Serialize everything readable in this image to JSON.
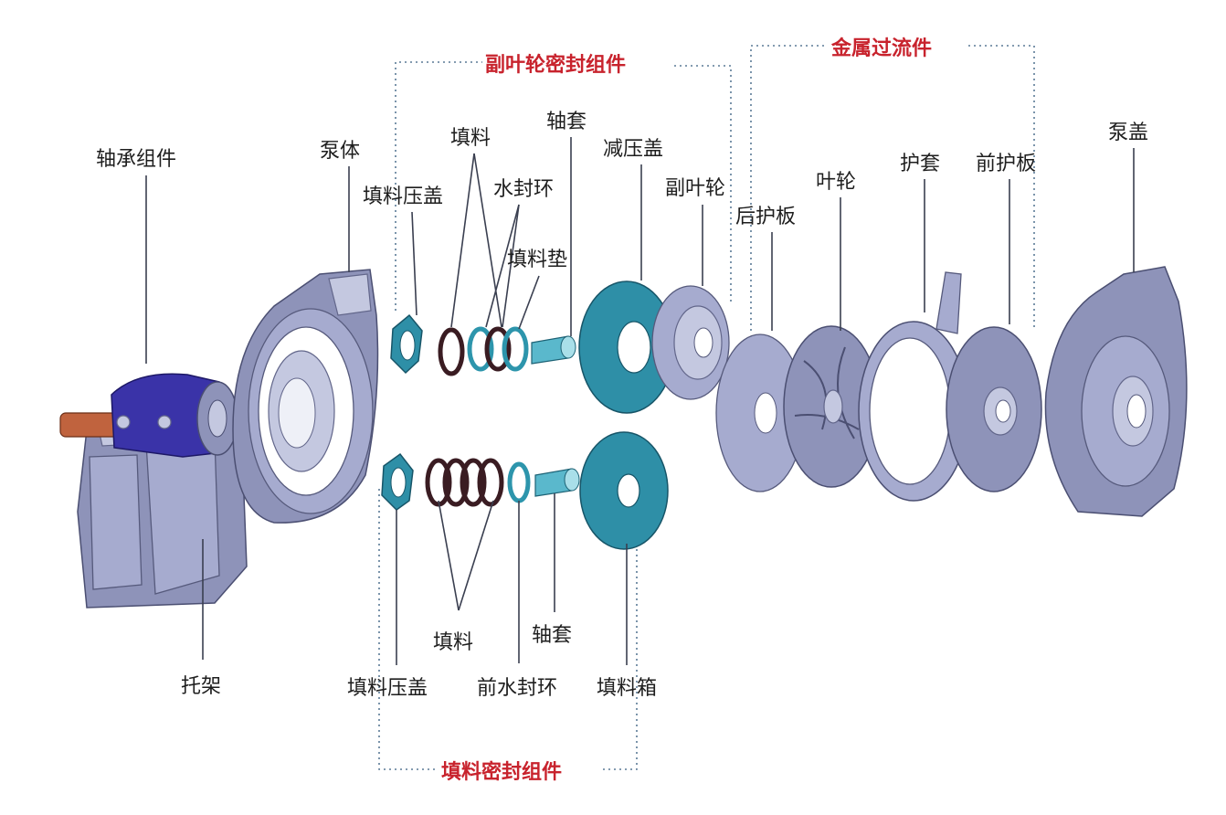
{
  "labels": {
    "bearing_assembly": "轴承组件",
    "pump_body": "泵体",
    "packing_top": "填料",
    "shaft_sleeve_top": "轴套",
    "pressure_reducing_cover": "减压盖",
    "gland_top": "填料压盖",
    "water_seal_ring": "水封环",
    "packing_gasket": "填料垫",
    "expeller": "副叶轮",
    "rear_liner": "后护板",
    "impeller": "叶轮",
    "volute_liner": "护套",
    "front_liner": "前护板",
    "pump_cover": "泵盖",
    "bracket": "托架",
    "packing_bottom": "填料",
    "shaft_sleeve_bottom": "轴套",
    "gland_bottom": "填料压盖",
    "front_water_seal_ring": "前水封环",
    "stuffing_box": "填料箱"
  },
  "groups": {
    "expeller_seal_assembly": "副叶轮密封组件",
    "metal_wet_parts": "金属过流件",
    "packing_seal_assembly": "填料密封组件"
  },
  "colors": {
    "group_label": "#c8232d",
    "casting_gray": "#8e93b9",
    "seal_teal": "#2e8fa7",
    "bearing_blue": "#3a33a8",
    "shaft_copper": "#c0633e"
  }
}
